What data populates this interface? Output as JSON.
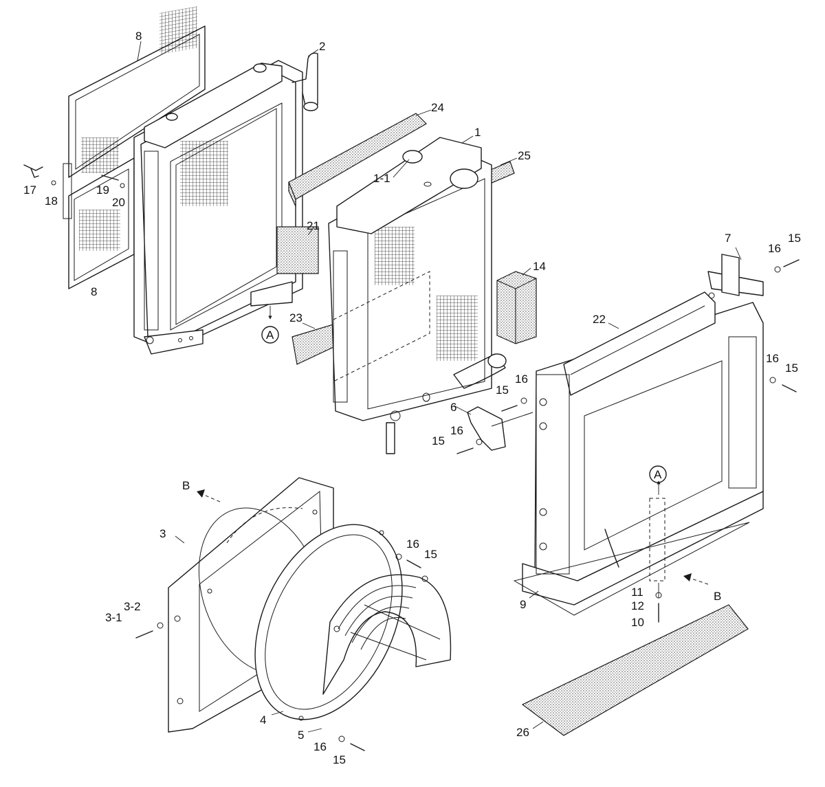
{
  "labels": {
    "p8_top": "8",
    "p8_bottom": "8",
    "p2": "2",
    "p24": "24",
    "p1": "1",
    "p1_1": "1-1",
    "p25": "25",
    "p17": "17",
    "p18": "18",
    "p19": "19",
    "p20": "20",
    "p21": "21",
    "p14": "14",
    "p23": "23",
    "pA_left": "A",
    "p7": "7",
    "p16_top": "16",
    "p15_top": "15",
    "p22": "22",
    "p16_right": "16",
    "p15_right": "15",
    "p16_mid": "16",
    "p15_mid": "15",
    "p6": "6",
    "p16_mid2": "16",
    "p15_mid2": "15",
    "pB_left": "B",
    "pA_right": "A",
    "p3": "3",
    "p16_fan": "16",
    "p15_fan": "15",
    "p3_2": "3-2",
    "p3_1": "3-1",
    "p11": "11",
    "p12": "12",
    "p10": "10",
    "p9": "9",
    "pB_right": "B",
    "p4": "4",
    "p5": "5",
    "p16_bottom": "16",
    "p15_bottom": "15",
    "p26": "26"
  },
  "colors": {
    "line": "#1a1a1a",
    "background": "#ffffff",
    "foam": "#c8c8c8"
  }
}
